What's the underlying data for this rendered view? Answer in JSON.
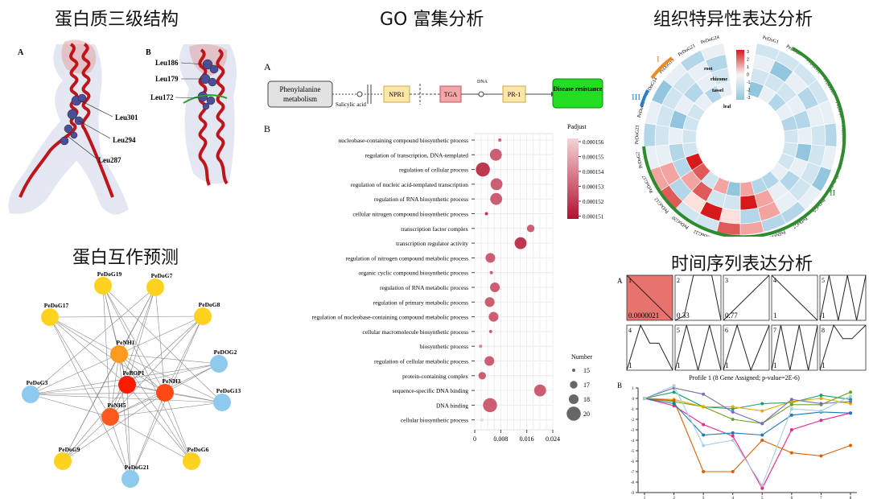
{
  "titles": {
    "protein_structure": "蛋白质三级结构",
    "go": "GO 富集分析",
    "tissue": "组织特异性表达分析",
    "ppi": "蛋白互作预测",
    "timeseries": "时间序列表达分析"
  },
  "structure": {
    "panel_a": "A",
    "panel_b": "B",
    "labels_a": [
      "Leu301",
      "Leu294",
      "Leu287"
    ],
    "labels_b": [
      "Leu186",
      "Leu179",
      "Leu172"
    ]
  },
  "go": {
    "pathway_panel": "A",
    "pathway_nodes": [
      "Phenylalanine metabolism",
      "NPR1",
      "TGA",
      "PR-1",
      "Disease resistance"
    ],
    "pathway_labels": [
      "Salicylic acid",
      "DNA"
    ],
    "bubble_panel": "B",
    "terms": [
      "nucleobase-containing compound biosynthetic process",
      "regulation of transcription, DNA-templated",
      "regulation of cellular process",
      "regulation of nucleic acid-templated transcription",
      "regulation of RNA biosynthetic process",
      "cellular nitrogen compound biosynthetic process",
      "transcription factor complex",
      "transcription regulator activity",
      "regulation of nitrogen compound metabolic process",
      "organic cyclic compound biosynthetic process",
      "regulation of RNA metabolic process",
      "regulation of primary metabolic process",
      "regulation of nucleobase-containing compound metabolic process",
      "cellular macromolecule biosynthetic process",
      "biosynthetic process",
      "regulation of cellular metabolic process",
      "protein-containing complex",
      "sequence-specific DNA binding",
      "DNA binding",
      "cellular biosynthetic process"
    ],
    "x_ticks": [
      "0",
      "0.008",
      "0.016",
      "0.024"
    ],
    "padjust_title": "Padjust",
    "padjust_ticks": [
      "0.000156",
      "0.000155",
      "0.000154",
      "0.000153",
      "0.000152",
      "0.000151"
    ],
    "number_title": "Number",
    "number_ticks": [
      "15",
      "17",
      "18",
      "20"
    ]
  },
  "chart_data": {
    "type": "scatter",
    "categories": [
      "nucleobase-containing compound biosynthetic process",
      "regulation of transcription, DNA-templated",
      "regulation of cellular process",
      "regulation of nucleic acid-templated transcription",
      "regulation of RNA biosynthetic process",
      "cellular nitrogen compound biosynthetic process",
      "transcription factor complex",
      "transcription regulator activity",
      "regulation of nitrogen compound metabolic process",
      "organic cyclic compound biosynthetic process",
      "regulation of RNA metabolic process",
      "regulation of primary metabolic process",
      "regulation of nucleobase-containing compound metabolic process",
      "cellular macromolecule biosynthetic process",
      "biosynthetic process",
      "regulation of cellular metabolic process",
      "protein-containing complex",
      "sequence-specific DNA binding",
      "DNA binding",
      "cellular biosynthetic process"
    ],
    "x": [
      0.0077,
      0.0065,
      0.0025,
      0.0067,
      0.0066,
      0.0036,
      0.0172,
      0.0141,
      0.0048,
      0.0051,
      0.0062,
      0.0046,
      0.0058,
      0.0049,
      0.0018,
      0.0045,
      0.0023,
      0.0201,
      0.0047,
      0.0022
    ],
    "number": [
      15,
      19,
      20,
      19,
      19,
      15,
      17,
      19,
      18,
      15,
      18,
      18,
      18,
      15,
      15,
      18,
      17,
      19,
      20,
      15
    ],
    "padjust": [
      0.000153,
      0.000153,
      0.000152,
      0.000153,
      0.000153,
      0.000152,
      0.000153,
      0.000152,
      0.000153,
      0.000153,
      0.000153,
      0.000153,
      0.000153,
      0.000153,
      0.000154,
      0.000153,
      0.000153,
      0.000153,
      0.000153,
      0.000156
    ],
    "xlim": [
      0,
      0.024
    ],
    "grid": true
  },
  "tissue": {
    "groups": [
      "I",
      "III",
      "II"
    ],
    "legend_ticks": [
      "3",
      "2",
      "1",
      "0",
      "-1",
      "-2",
      "-3"
    ],
    "ring_labels": [
      "root",
      "rhizome",
      "tassel",
      "leaf"
    ],
    "genes": [
      "PeDoG1",
      "PeDoG3",
      "PeDoG11",
      "PeDoG10",
      "PeDoG8",
      "PeDoG15",
      "PeDoG13",
      "PeDoG16",
      "PeDoG5",
      "PeDoG7",
      "PeDoG4",
      "PeDoG18",
      "PeDoG19",
      "PeDoG22",
      "PeDoG20",
      "PeDoG12",
      "PeDoG17",
      "PeDoG2",
      "PeDoG23",
      "PeDoG9",
      "PeDoG14",
      "PeDoG19",
      "PeDoG21",
      "PeDoG24"
    ]
  },
  "ppi": {
    "nodes": [
      "PeDoG19",
      "PeDoG7",
      "PeDoG17",
      "PeDoG8",
      "PeNH1",
      "PeDOG2",
      "PeBOP1",
      "PeDoG3",
      "PeNH3",
      "PeDoG13",
      "PeNH5",
      "PeDoG9",
      "PeDoG6",
      "PeDoG21"
    ]
  },
  "timeseries": {
    "panel_a": "A",
    "panel_b": "B",
    "profiles": [
      {
        "id": "1",
        "p": "0.0000021"
      },
      {
        "id": "2",
        "p": "0.33"
      },
      {
        "id": "3",
        "p": "0.77"
      },
      {
        "id": "4",
        "p": "1"
      },
      {
        "id": "5",
        "p": "1"
      },
      {
        "id": "4",
        "p": "1"
      },
      {
        "id": "5",
        "p": "1"
      },
      {
        "id": "6",
        "p": "1"
      },
      {
        "id": "7",
        "p": "1"
      },
      {
        "id": "8",
        "p": "1"
      }
    ],
    "line_title": "Profile 1 (8 Gene Assigned; p-value=2E-6)",
    "x_ticks": [
      "1",
      "2",
      "3",
      "4",
      "5",
      "6",
      "7",
      "8"
    ],
    "y_ticks": [
      "1",
      "0",
      "-1",
      "-2",
      "-3",
      "-4",
      "-5",
      "-6",
      "-7",
      "-8",
      "-9"
    ],
    "series_colors": [
      "#1b9e77",
      "#e7298a",
      "#66a61e",
      "#e6ab02",
      "#7570b3",
      "#d95f02",
      "#1f78b4",
      "#a6cee3"
    ],
    "series": [
      [
        0,
        0.6,
        -0.8,
        -1.0,
        -0.5,
        -0.4,
        0.3,
        -0.1
      ],
      [
        0,
        -0.7,
        -2.5,
        -3.6,
        -8.6,
        -3.0,
        -2.1,
        -1.4
      ],
      [
        0,
        -0.3,
        -0.8,
        -2.0,
        -2.4,
        -0.6,
        -0.6,
        0.6
      ],
      [
        0,
        -0.1,
        -0.8,
        -0.8,
        -1.2,
        -0.3,
        0.0,
        -0.5
      ],
      [
        0,
        1.0,
        0.4,
        -1.3,
        -2.4,
        -0.1,
        -0.5,
        -0.3
      ],
      [
        0,
        -0.2,
        -7.0,
        -7.0,
        -4.0,
        -5.2,
        -5.5,
        -4.5
      ],
      [
        0,
        -0.5,
        -3.5,
        -3.3,
        -3.5,
        -1.6,
        -1.3,
        -1.4
      ],
      [
        0,
        1.2,
        -4.5,
        -4.0,
        -8.3,
        -1.0,
        -1.2,
        0.2
      ]
    ]
  }
}
